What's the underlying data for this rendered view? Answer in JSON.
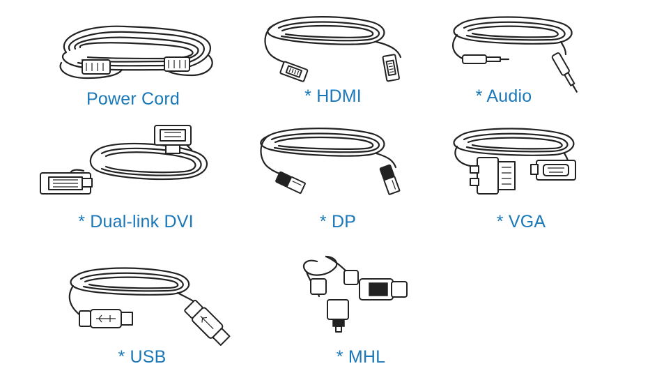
{
  "accent_color": "#1a78b8",
  "cables": {
    "power": {
      "label": "Power Cord",
      "icon": "power-cord-icon"
    },
    "hdmi": {
      "label": "* HDMI",
      "icon": "hdmi-cable-icon"
    },
    "audio": {
      "label": "* Audio",
      "icon": "audio-cable-icon"
    },
    "dvi": {
      "label": "* Dual-link DVI",
      "icon": "dvi-cable-icon"
    },
    "dp": {
      "label": "* DP",
      "icon": "displayport-cable-icon"
    },
    "vga": {
      "label": "* VGA",
      "icon": "vga-cable-icon"
    },
    "usb": {
      "label": "* USB",
      "icon": "usb-cable-icon"
    },
    "mhl": {
      "label": "* MHL",
      "icon": "mhl-cable-icon"
    }
  }
}
